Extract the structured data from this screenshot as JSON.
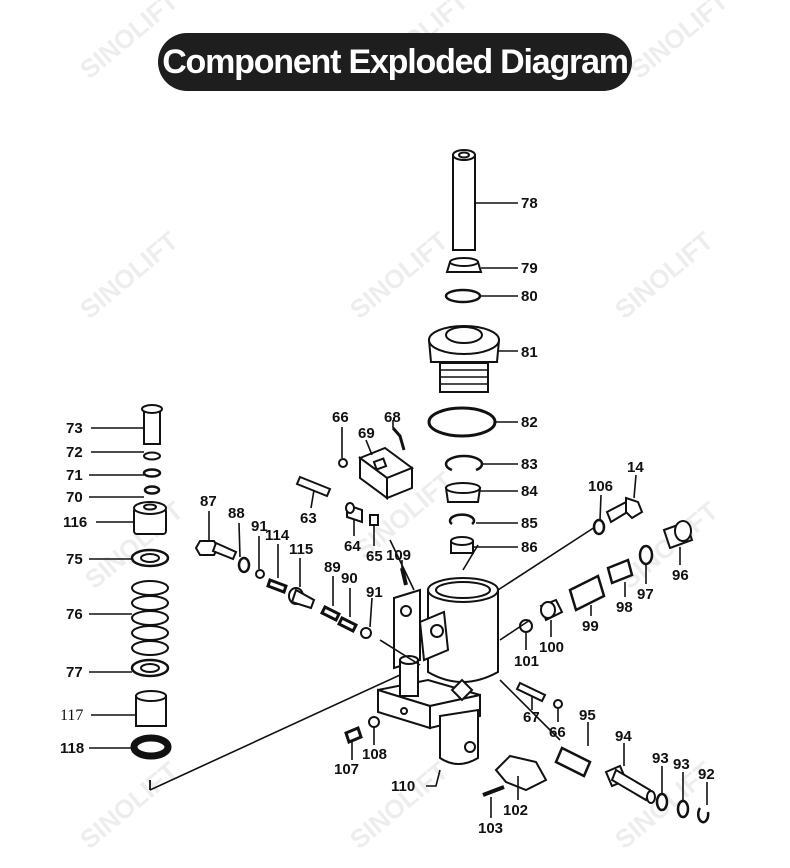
{
  "title": "Component Exploded Diagram",
  "watermark": "SINOLIFT",
  "labels": {
    "p78": "78",
    "p79": "79",
    "p80": "80",
    "p81": "81",
    "p82": "82",
    "p83": "83",
    "p84": "84",
    "p85": "85",
    "p86": "86",
    "p73": "73",
    "p72": "72",
    "p71": "71",
    "p70": "70",
    "p116": "116",
    "p75": "75",
    "p76": "76",
    "p77": "77",
    "p117": "117",
    "p118": "118",
    "p66a": "66",
    "p68": "68",
    "p69": "69",
    "p63": "63",
    "p64": "64",
    "p65": "65",
    "p87": "87",
    "p88": "88",
    "p91a": "91",
    "p114": "114",
    "p115": "115",
    "p89": "89",
    "p90": "90",
    "p91b": "91",
    "p109": "109",
    "p106": "106",
    "p14": "14",
    "p96": "96",
    "p97": "97",
    "p98": "98",
    "p99": "99",
    "p100": "100",
    "p101": "101",
    "p67": "67",
    "p66b": "66",
    "p95": "95",
    "p94": "94",
    "p93a": "93",
    "p93b": "93",
    "p92": "92",
    "p107": "107",
    "p108": "108",
    "p110": "110",
    "p102": "102",
    "p103": "103"
  }
}
